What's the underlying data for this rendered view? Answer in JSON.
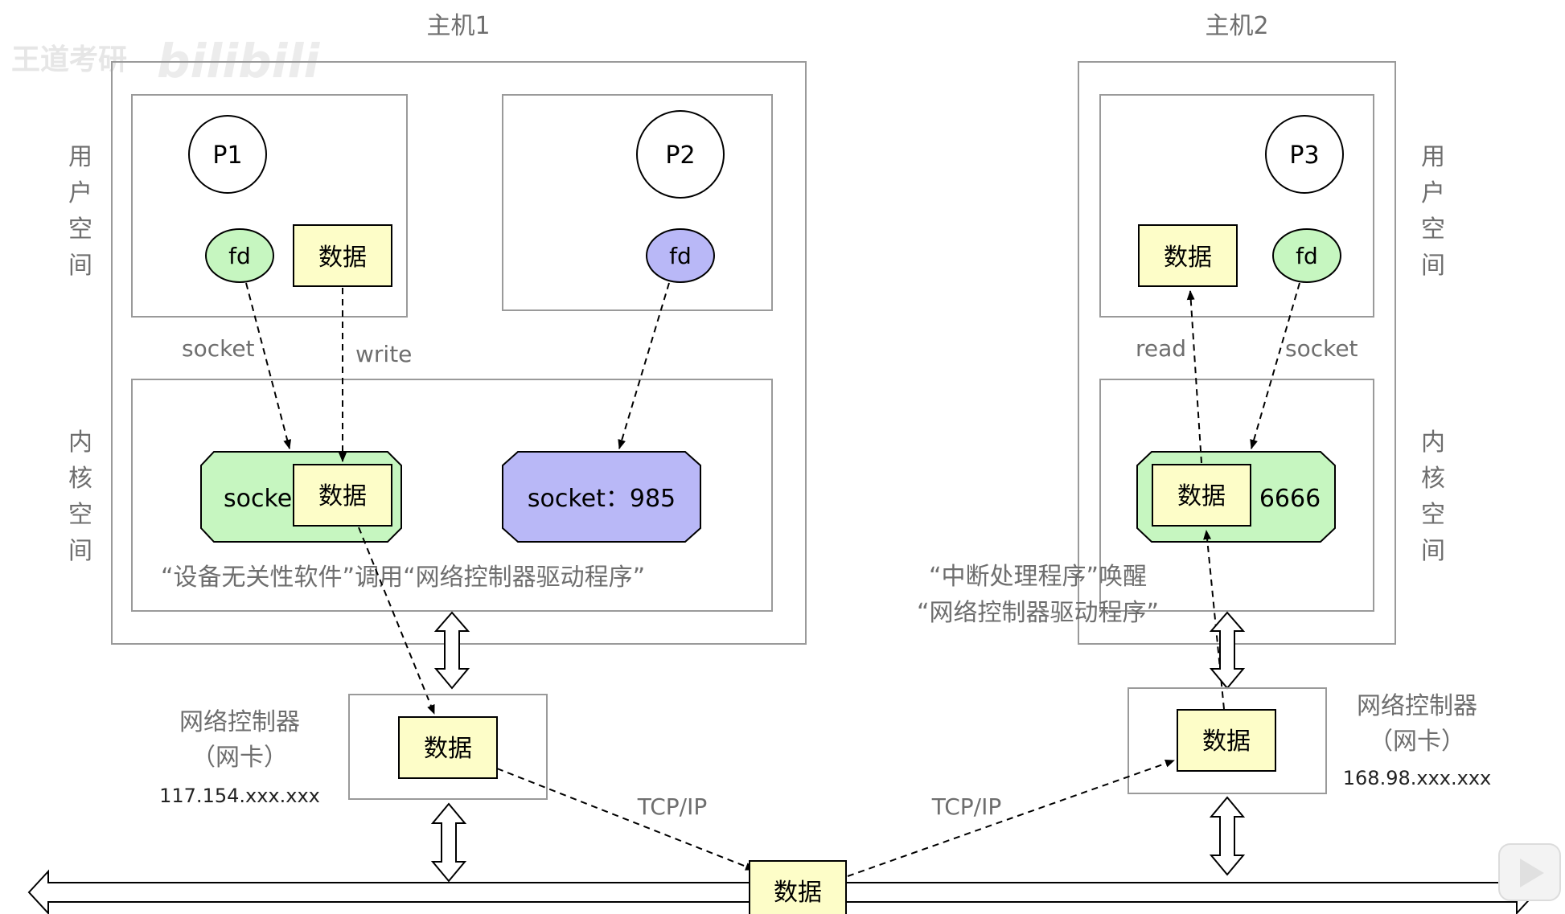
{
  "watermark": {
    "text": "王道考研"
  },
  "host1": {
    "title": "主机1",
    "user_space_label": [
      "用",
      "户",
      "空",
      "间"
    ],
    "kernel_space_label": [
      "内",
      "核",
      "空",
      "间"
    ],
    "p1": "P1",
    "p2": "P2",
    "fd1": "fd",
    "fd2": "fd",
    "data_user": "数据",
    "socket_label": "socket",
    "write_label": "write",
    "socket1_text": "socke",
    "socket1_data": "数据",
    "socket2_text": "socket：985",
    "driver_note": "“设备无关性软件”调用“网络控制器驱动程序”"
  },
  "host2": {
    "title": "主机2",
    "user_space_label": [
      "用",
      "户",
      "空",
      "间"
    ],
    "kernel_space_label": [
      "内",
      "核",
      "空",
      "间"
    ],
    "p3": "P3",
    "fd": "fd",
    "data_user": "数据",
    "read_label": "read",
    "socket_label": "socket",
    "socket_data": "数据",
    "socket_port": "6666",
    "interrupt_note_line1": "“中断处理程序”唤醒",
    "interrupt_note_line2": "“网络控制器驱动程序”"
  },
  "nic1": {
    "label_line1": "网络控制器",
    "label_line2": "（网卡）",
    "ip": "117.154.xxx.xxx",
    "data": "数据"
  },
  "nic2": {
    "label_line1": "网络控制器",
    "label_line2": "（网卡）",
    "ip": "168.98.xxx.xxx",
    "data": "数据"
  },
  "network": {
    "tcpip_left": "TCP/IP",
    "tcpip_right": "TCP/IP",
    "packet": "数据"
  },
  "colors": {
    "green": "#c6f6c0",
    "purple": "#b9b8f7",
    "yellow": "#fdfdc8",
    "border": "#9a9a9a",
    "text_gray": "#6e6e6e"
  }
}
